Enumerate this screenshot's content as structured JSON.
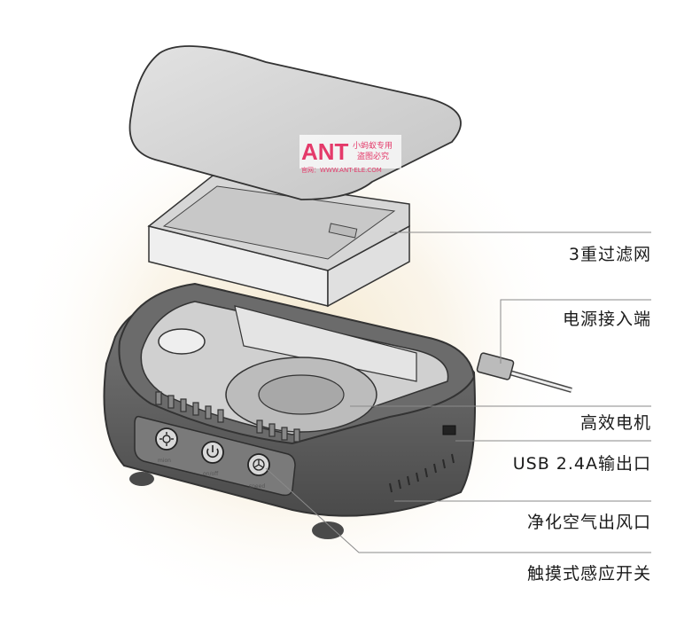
{
  "labels": [
    {
      "id": "filter",
      "text": "3重过滤网"
    },
    {
      "id": "power",
      "text": "电源接入端"
    },
    {
      "id": "motor",
      "text": "高效电机"
    },
    {
      "id": "usb",
      "text": "USB 2.4A输出口"
    },
    {
      "id": "outlet",
      "text": "净化空气出风口"
    },
    {
      "id": "touch",
      "text": "触摸式感应开关"
    }
  ],
  "buttons": [
    {
      "caption": "mion",
      "icon": "gear-icon"
    },
    {
      "caption": "on/off",
      "icon": "power-icon"
    },
    {
      "caption": "speed",
      "icon": "fan-icon"
    }
  ],
  "watermark": {
    "brand": "ANT",
    "line1": "小蚂蚁专用",
    "line2": "盗图必究",
    "site": "官网：WWW.ANT-ELE.COM"
  },
  "colors": {
    "outline": "#3a3a3a",
    "body": "#5a5a5a",
    "lid": "#d4d4d4",
    "watermark": "#e43a6a",
    "leader": "#8a8a8a"
  }
}
